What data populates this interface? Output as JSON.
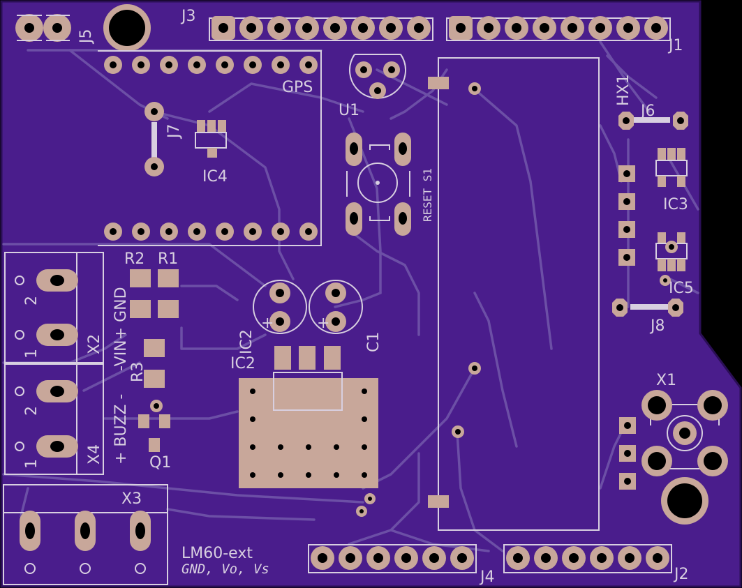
{
  "colors": {
    "board": "#4a1d8c",
    "trace": "#6c4fa6",
    "copper": "#c8a79a",
    "silkscreen": "#d8cfe0",
    "drill": "#000000"
  },
  "labels": {
    "j5": "J5",
    "j3": "J3",
    "j1": "J1",
    "gps": "GPS",
    "u1": "U1",
    "hx1": "HX1",
    "j6": "J6",
    "j7": "J7",
    "ic4": "IC4",
    "ic3": "IC3",
    "reset_s1": "RESET S1",
    "r2": "R2",
    "r1": "R1",
    "ic5": "IC5",
    "j8": "J8",
    "gnd_vin": "-VIN+ GND",
    "ic2_top": "IC2",
    "ic2": "IC2",
    "c1": "C1",
    "x2": "X2",
    "r3": "R3",
    "x1": "X1",
    "buzz": "+ BUZZ -",
    "x4": "X4",
    "q1": "Q1",
    "x3": "X3",
    "lm60": "LM60-ext",
    "lm60_sub": "GND, Vo, Vs",
    "j4": "J4",
    "j2": "J2",
    "x2_pin2": "2",
    "x2_pin1": "1",
    "x4_pin2": "2",
    "x4_pin1": "1",
    "c2_plus": "+",
    "c1_plus": "+"
  }
}
